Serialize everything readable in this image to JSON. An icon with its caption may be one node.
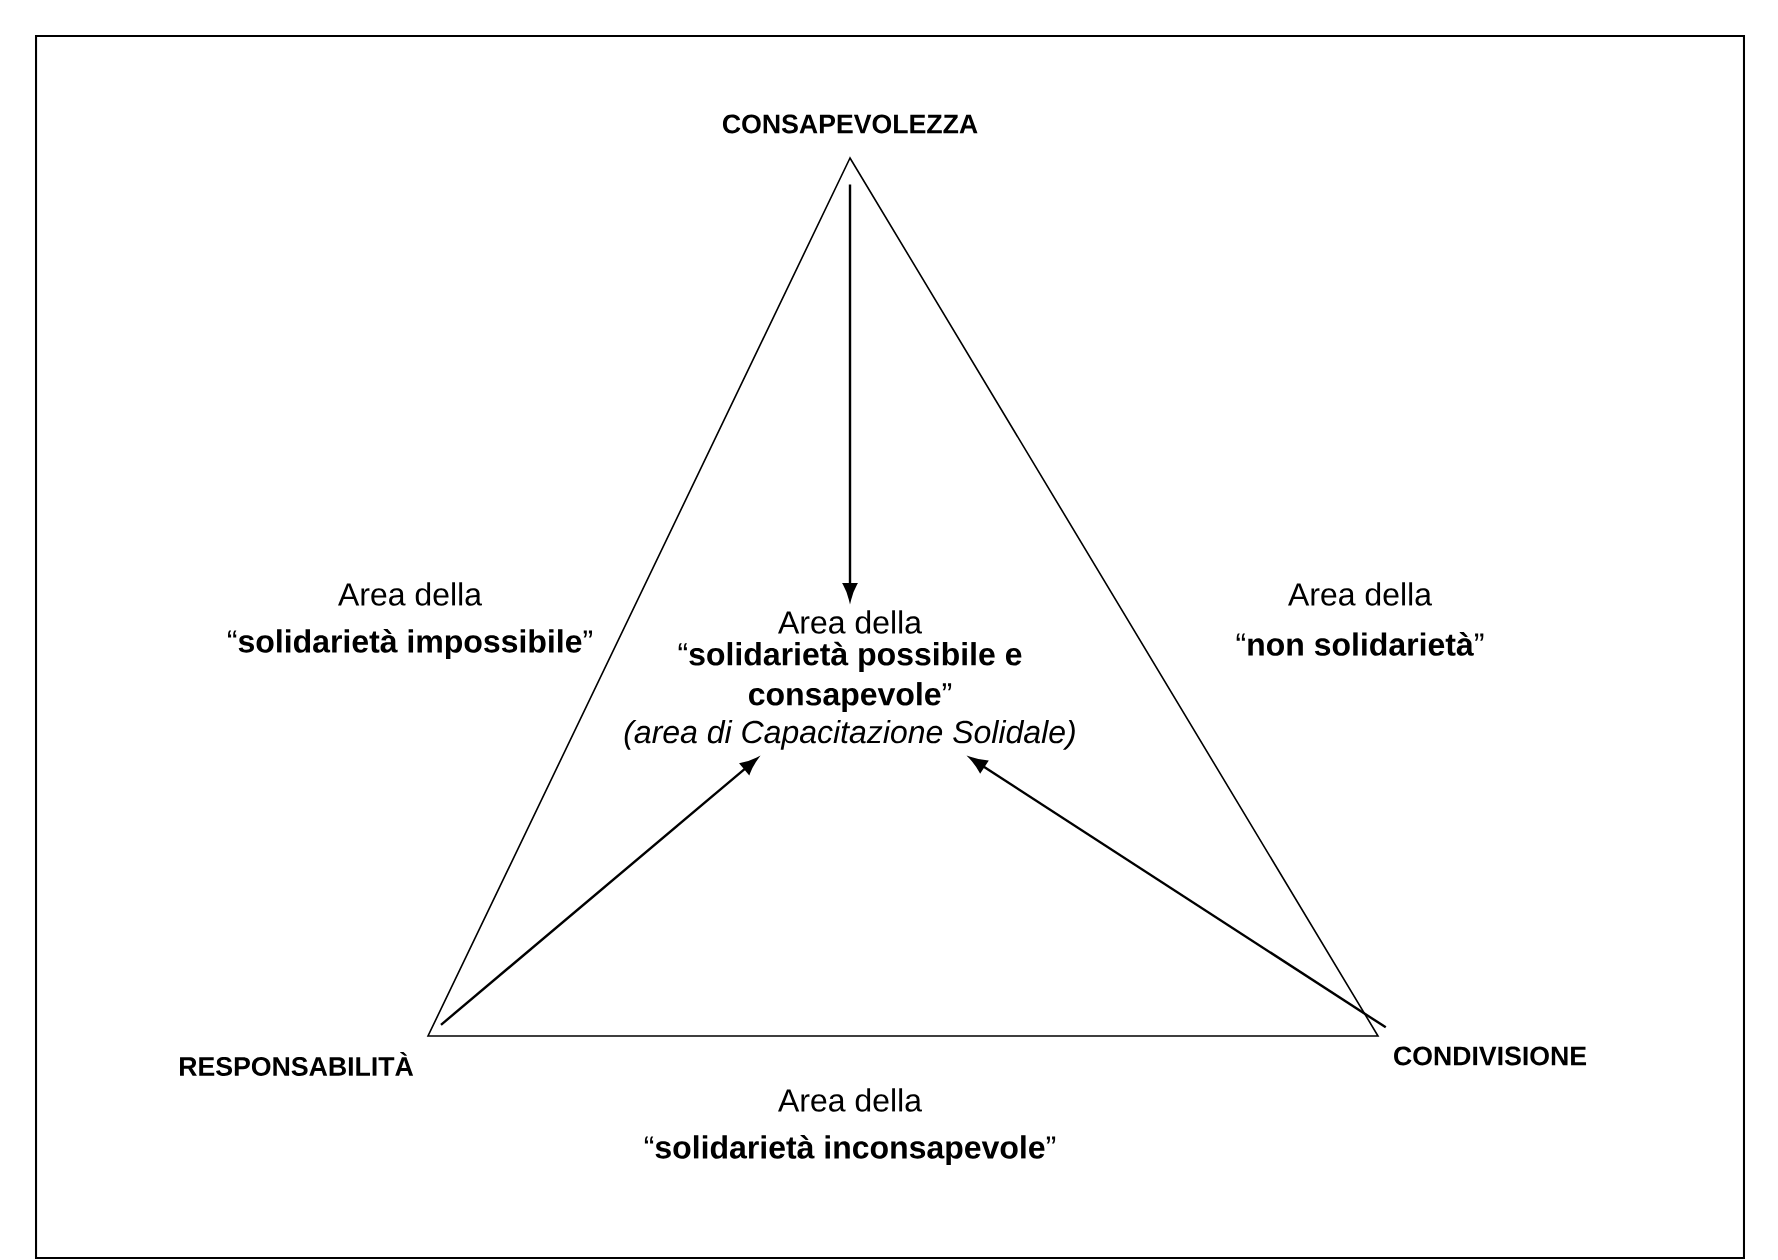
{
  "diagram": {
    "nodes": [
      {
        "text": [
          "CONSAPEVOLEZZA"
        ]
      },
      {
        "text": [
          "RESPONSABILITÀ"
        ]
      },
      {
        "text": [
          "CONDIVISIONE"
        ]
      },
      {
        "text": [
          "Area della",
          "“**solidarietà possibile e consapevole**”",
          "(area di Capacitazione Solidale)"
        ]
      }
    ],
    "edges": [
      {
        "from": 0,
        "to": 3,
        "arrow": "to"
      },
      {
        "from": 1,
        "to": 3,
        "arrow": "to"
      },
      {
        "from": 2,
        "to": 3,
        "arrow": "to"
      }
    ],
    "labels": [
      "Area della",
      "“**solidarietà impossibile**”",
      "Area della",
      "“**non solidarietà**”",
      "Area della",
      "“**solidarietà inconsapevole**”"
    ]
  }
}
